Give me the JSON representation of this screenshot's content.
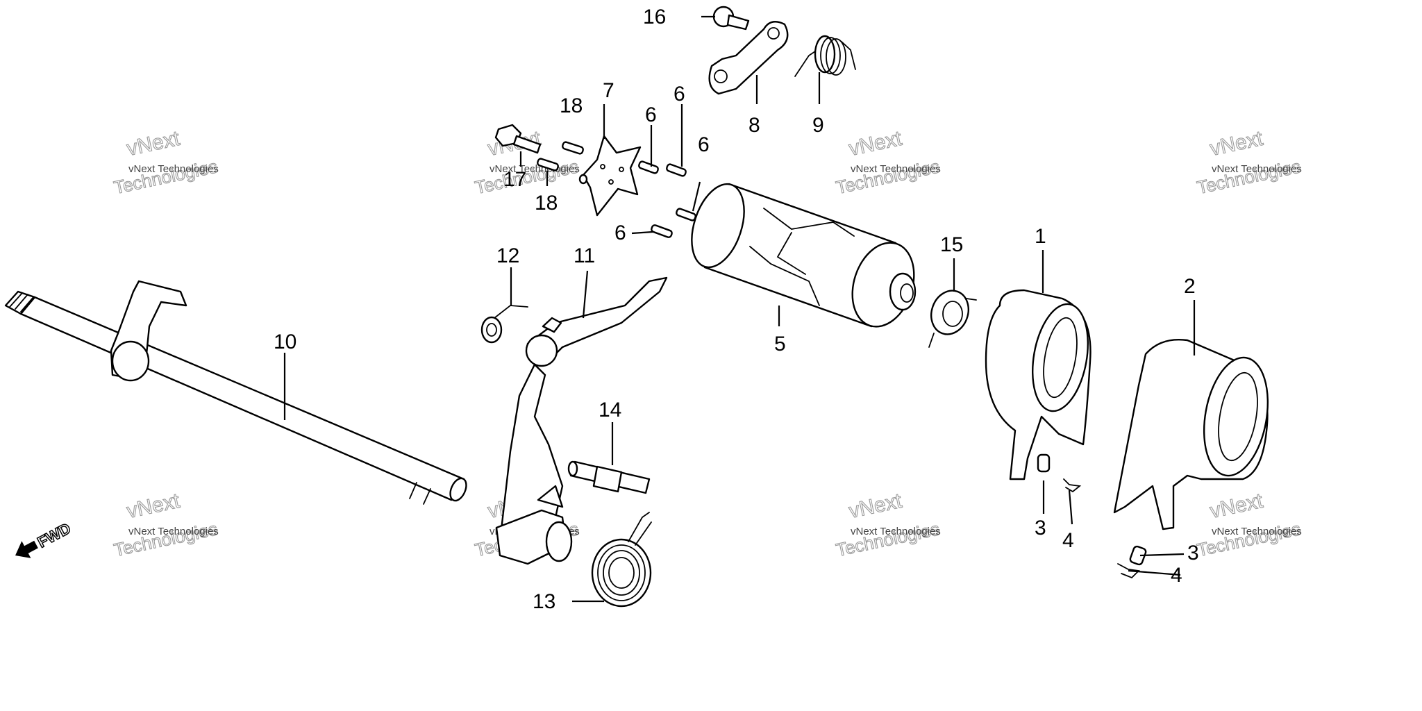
{
  "diagram": {
    "callouts": [
      "1",
      "2",
      "3",
      "4",
      "5",
      "6",
      "7",
      "8",
      "9",
      "10",
      "11",
      "12",
      "13",
      "14",
      "15",
      "16",
      "17",
      "18"
    ],
    "watermark": {
      "small": "vNext Technologies",
      "large_top": "vNext",
      "large_bottom": "Technologies"
    },
    "direction_label": "FWD",
    "line_color": "#000000",
    "background_color": "#ffffff"
  }
}
